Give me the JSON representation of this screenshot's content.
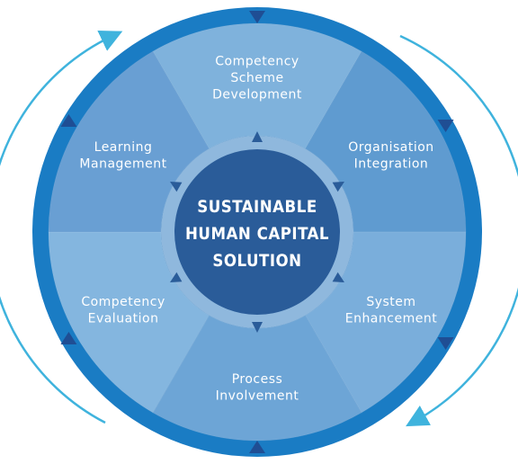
{
  "center": {
    "lines": [
      "SUSTAINABLE",
      "HUMAN CAPITAL",
      "SOLUTION"
    ]
  },
  "segments": [
    {
      "name": "competency-scheme-development",
      "lines": [
        "Competency",
        "Scheme",
        "Development"
      ]
    },
    {
      "name": "organisation-integration",
      "lines": [
        "Organisation",
        "Integration"
      ]
    },
    {
      "name": "system-enhancement",
      "lines": [
        "System",
        "Enhancement"
      ]
    },
    {
      "name": "process-involvement",
      "lines": [
        "Process",
        "Involvement"
      ]
    },
    {
      "name": "competency-evaluation",
      "lines": [
        "Competency",
        "Evaluation"
      ]
    },
    {
      "name": "learning-management",
      "lines": [
        "Learning",
        "Management"
      ]
    }
  ],
  "colors": {
    "outer_ring": "#1a7cc4",
    "outer_ring_dark": "#1666ad",
    "segment_colors": [
      "#7fb2dc",
      "#5f9bd0",
      "#7aaedb",
      "#6da5d6",
      "#84b6df",
      "#699fd3"
    ],
    "segment_divider": "#ffffff",
    "inner_ring": "#8fb8dd",
    "center_fill": "#2a5c99",
    "triangle": "#2a5c99",
    "outer_arrow": "#3fb3dd",
    "outer_triangle": "#1f4e94"
  },
  "icons": {
    "outer_markers": "triangle-marker-icon",
    "curved_arrows": "curved-arrow-icon"
  }
}
